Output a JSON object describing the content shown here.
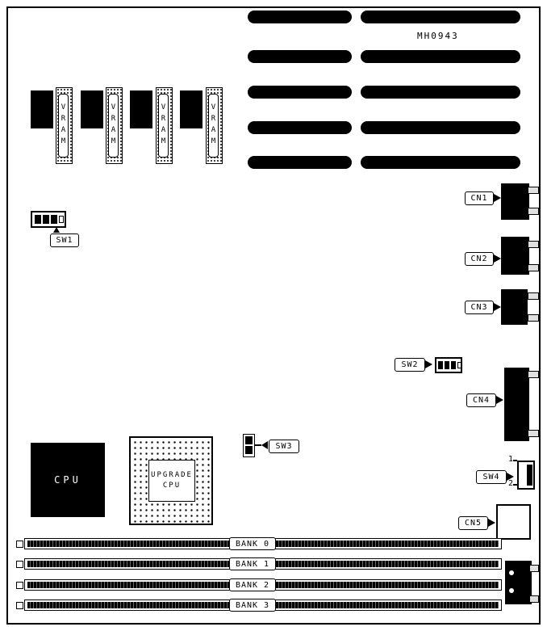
{
  "board": {
    "part_number": "MH0943"
  },
  "memory": {
    "vram_label": "VRAM",
    "banks": [
      "BANK 0",
      "BANK 1",
      "BANK 2",
      "BANK 3"
    ]
  },
  "switches": {
    "sw1": "SW1",
    "sw2": "SW2",
    "sw3": "SW3",
    "sw4": "SW4",
    "sw4_pin1": "1",
    "sw4_pin2": "2"
  },
  "connectors": {
    "cn1": "CN1",
    "cn2": "CN2",
    "cn3": "CN3",
    "cn4": "CN4",
    "cn5": "CN5"
  },
  "cpu": {
    "label": "CPU",
    "upgrade_line1": "UPGRADE",
    "upgrade_line2": "CPU"
  }
}
